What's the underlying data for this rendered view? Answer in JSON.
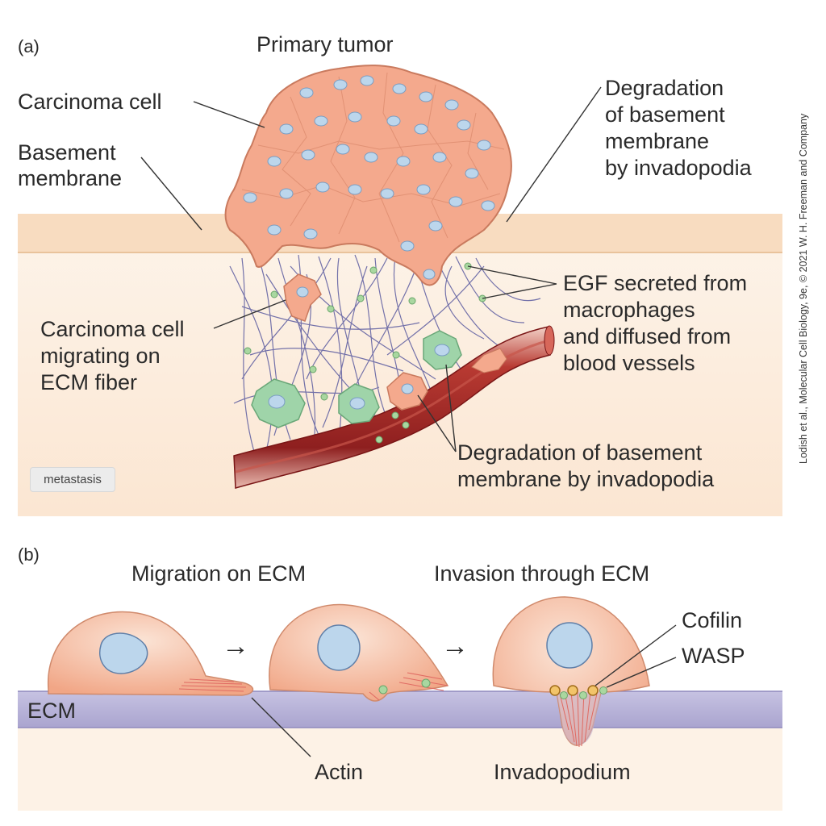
{
  "panel_a": {
    "label": "(a)",
    "title": "Primary tumor",
    "carcinoma_cell": "Carcinoma cell",
    "basement_membrane": [
      "Basement",
      "membrane"
    ],
    "degradation_top": [
      "Degradation",
      "of basement",
      "membrane",
      "by invadopodia"
    ],
    "egf": [
      "EGF secreted from",
      "macrophages",
      "and diffused from",
      "blood vessels"
    ],
    "migrating": [
      "Carcinoma cell",
      "migrating on",
      "ECM fiber"
    ],
    "degradation_bottom": [
      "Degradation of basement",
      "membrane by invadopodia"
    ],
    "credit": "Lodish et al., Molecular Cell Biology, 9e, © 2021 W. H. Freeman and Company"
  },
  "badge": "metastasis",
  "panel_b": {
    "label": "(b)",
    "migration": "Migration on ECM",
    "invasion": "Invasion through ECM",
    "cofilin": "Cofilin",
    "wasp": "WASP",
    "ecm": "ECM",
    "actin": "Actin",
    "invadopodium": "Invadopodium",
    "arrow": "→"
  },
  "colors": {
    "tissue": "#fdf0e2",
    "membrane": "#f8ddc0",
    "cell": "#f4a98d",
    "nucleus": "#bcd6ec",
    "macrophage": "#9fd4a9",
    "fiber": "#6a6aa8",
    "vessel": "#a82a2a",
    "ecm": "#b8b3d8"
  }
}
